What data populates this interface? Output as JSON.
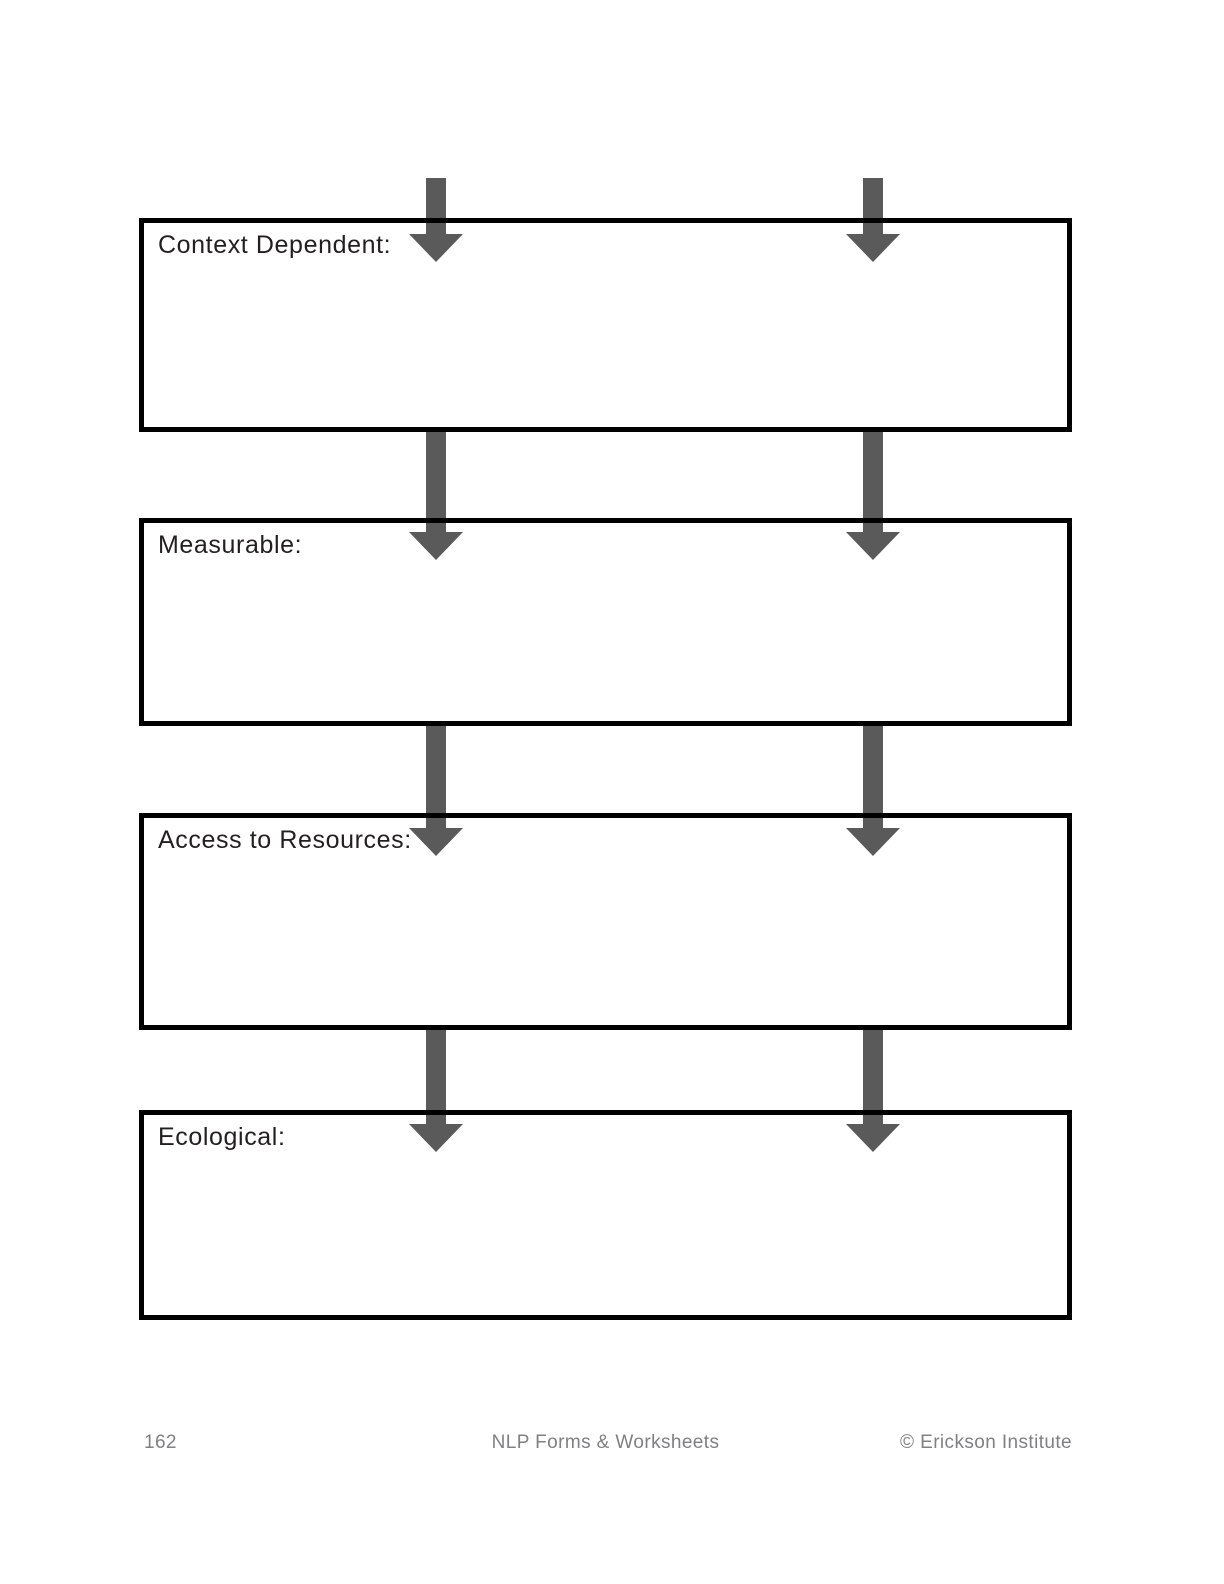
{
  "document": {
    "type": "worksheet-flow-diagram",
    "background_color": "#ffffff",
    "box_border_color": "#000000",
    "arrow_color": "#5a5a5a",
    "label_color": "#231f20",
    "footer_color": "#808083"
  },
  "diagram": {
    "boxes": [
      {
        "label": "Context Dependent:",
        "value": ""
      },
      {
        "label": "Measurable:",
        "value": ""
      },
      {
        "label": "Access to Resources:",
        "value": ""
      },
      {
        "label": "Ecological:",
        "value": ""
      }
    ],
    "arrow_columns": 2,
    "arrow_icon": "arrow-down-icon"
  },
  "footer": {
    "page_number": "162",
    "center_text": "NLP Forms & Worksheets",
    "copyright": "© Erickson Institute"
  }
}
